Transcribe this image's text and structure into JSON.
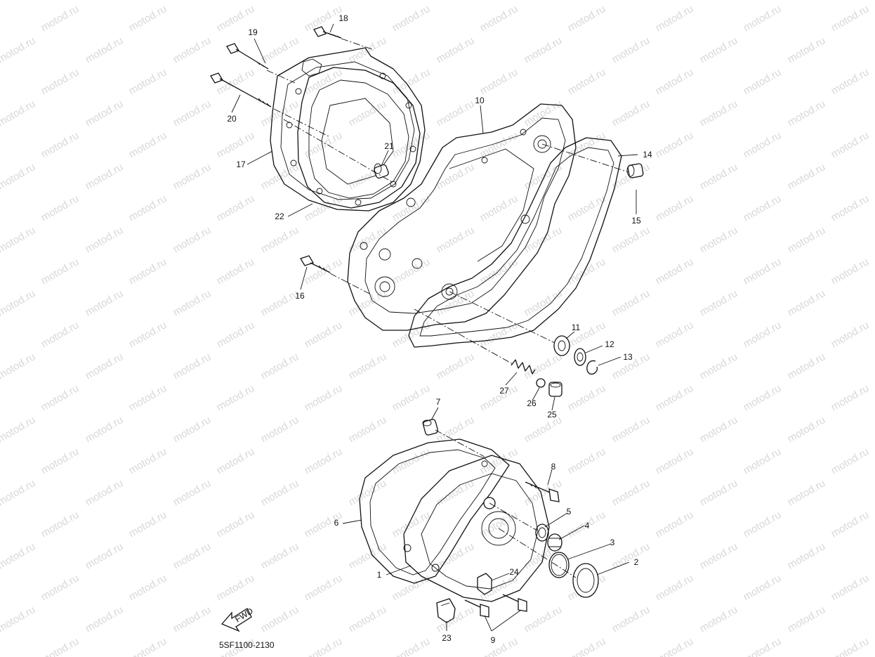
{
  "watermark": "motod.ru",
  "diagram_code": "5SF1100-2130",
  "fwd_label": "FWD",
  "callouts": [
    {
      "id": "p1",
      "text": "1"
    },
    {
      "id": "p2",
      "text": "2"
    },
    {
      "id": "p3",
      "text": "3"
    },
    {
      "id": "p4",
      "text": "4"
    },
    {
      "id": "p5",
      "text": "5"
    },
    {
      "id": "p6",
      "text": "6"
    },
    {
      "id": "p7",
      "text": "7"
    },
    {
      "id": "p8",
      "text": "8"
    },
    {
      "id": "p9",
      "text": "9"
    },
    {
      "id": "p10",
      "text": "10"
    },
    {
      "id": "p11",
      "text": "11"
    },
    {
      "id": "p12",
      "text": "12"
    },
    {
      "id": "p13",
      "text": "13"
    },
    {
      "id": "p14",
      "text": "14"
    },
    {
      "id": "p15",
      "text": "15"
    },
    {
      "id": "p16",
      "text": "16"
    },
    {
      "id": "p17",
      "text": "17"
    },
    {
      "id": "p18",
      "text": "18"
    },
    {
      "id": "p19",
      "text": "19"
    },
    {
      "id": "p20",
      "text": "20"
    },
    {
      "id": "p21",
      "text": "21"
    },
    {
      "id": "p22",
      "text": "22"
    },
    {
      "id": "p23",
      "text": "23"
    },
    {
      "id": "p24",
      "text": "24"
    },
    {
      "id": "p25",
      "text": "25"
    },
    {
      "id": "p26",
      "text": "26"
    },
    {
      "id": "p27",
      "text": "27"
    }
  ]
}
